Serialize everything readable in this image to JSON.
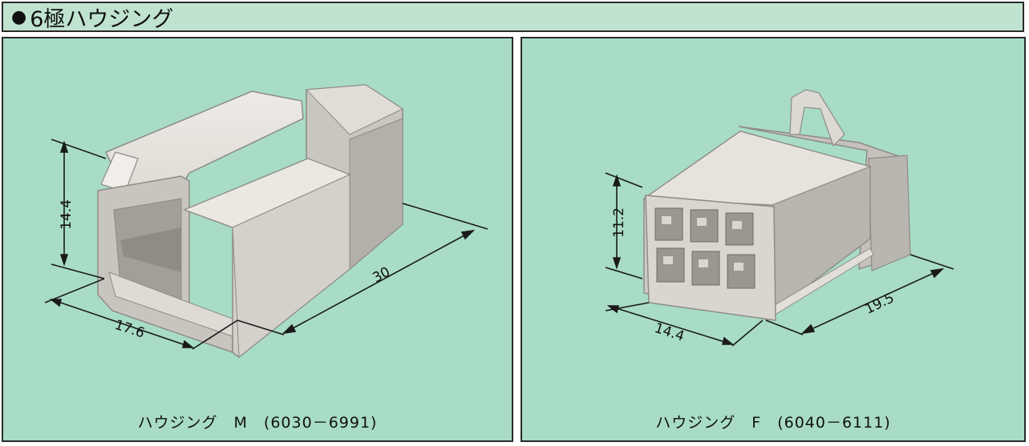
{
  "header": {
    "bullet": "●",
    "title": "6極ハウジング"
  },
  "panels": {
    "male": {
      "caption": "ハウジング　M　(6030－6991)",
      "dims": {
        "height": "14.4",
        "width": "17.6",
        "length": "30"
      }
    },
    "female": {
      "caption": "ハウジング　F　(6040－6111)",
      "dims": {
        "height": "11.2",
        "width": "14.4",
        "length": "19.5"
      }
    }
  },
  "colors": {
    "header_bg": "#bfe3cf",
    "panel_bg": "#a8dcc6",
    "part_light": "#e9e6e0",
    "part_mid": "#cfccc6",
    "part_dark": "#9d9a94"
  }
}
